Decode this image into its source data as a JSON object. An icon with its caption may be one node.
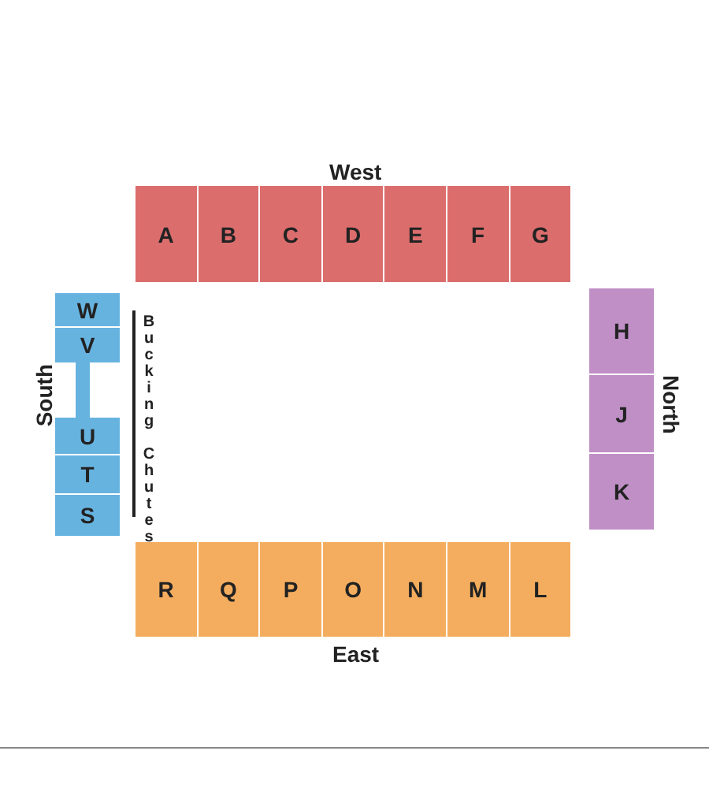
{
  "diagram": {
    "nodes": [
      {
        "text": [
          "A"
        ]
      },
      {
        "text": [
          "B"
        ]
      },
      {
        "text": [
          "C"
        ]
      },
      {
        "text": [
          "D"
        ]
      },
      {
        "text": [
          "E"
        ]
      },
      {
        "text": [
          "F"
        ]
      },
      {
        "text": [
          "G"
        ]
      },
      {
        "text": [
          "W"
        ]
      },
      {
        "text": [
          "V"
        ]
      },
      {
        "text": [
          "U"
        ]
      },
      {
        "text": [
          "T"
        ]
      },
      {
        "text": [
          "S"
        ]
      },
      {
        "text": [
          "H"
        ]
      },
      {
        "text": [
          "J"
        ]
      },
      {
        "text": [
          "K"
        ]
      },
      {
        "text": [
          "R"
        ]
      },
      {
        "text": [
          "Q"
        ]
      },
      {
        "text": [
          "P"
        ]
      },
      {
        "text": [
          "O"
        ]
      },
      {
        "text": [
          "N"
        ]
      },
      {
        "text": [
          "M"
        ]
      },
      {
        "text": [
          "L"
        ]
      }
    ],
    "edges": [],
    "labels": [
      "West",
      "South",
      "Bucking Chutes",
      "North",
      "East"
    ]
  }
}
